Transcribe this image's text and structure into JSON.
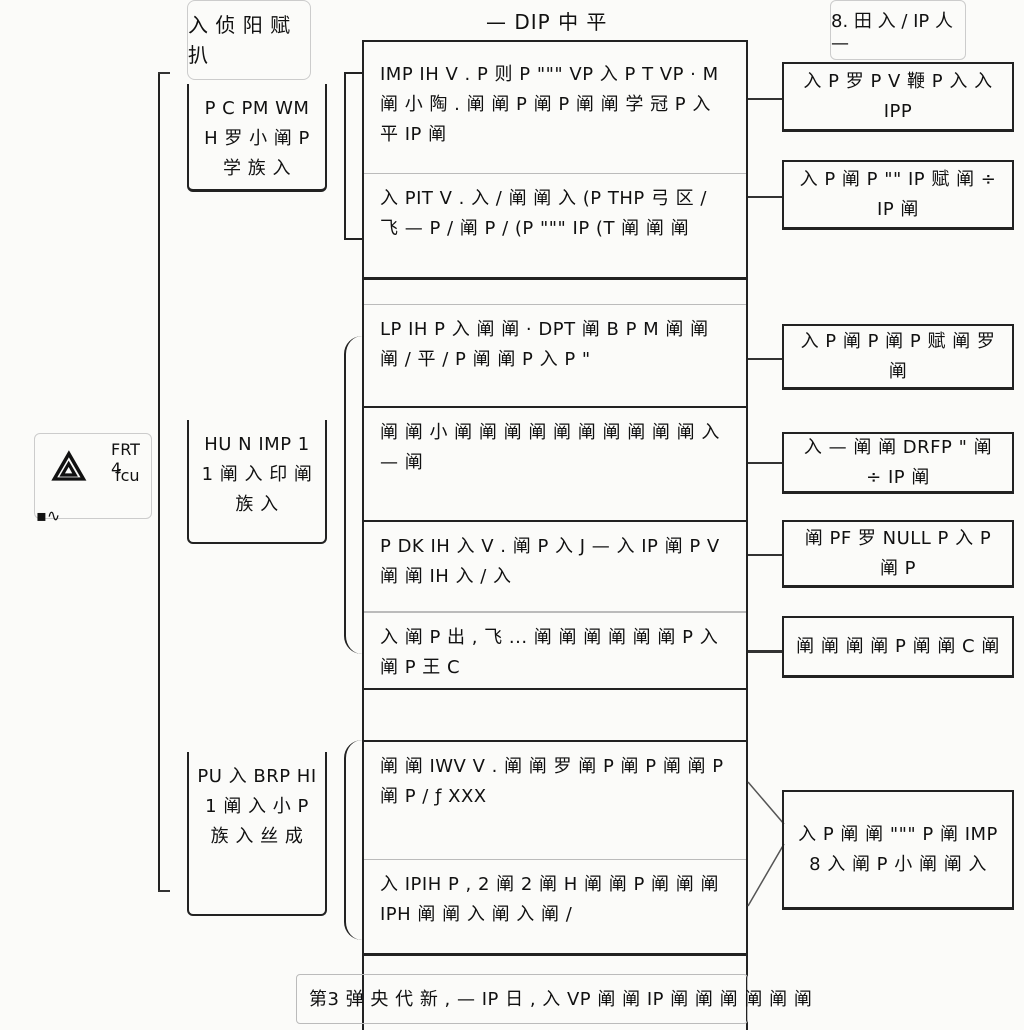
{
  "root": {
    "label": "FRT 4",
    "sublabel": "fcu"
  },
  "categories": [
    {
      "label": "入 侦 阳 赋 扒"
    },
    {
      "label": "P C PM WM H 罗 小 阐 P 学 族 入"
    },
    {
      "label": "HU N IMP 1 1 阐 入 印 阐 族 入"
    },
    {
      "label": "PU 入 BRP HI 1 阐 入 小 P 族 入 丝 成"
    }
  ],
  "column_header": "— DIP 中 平",
  "top_right_label": "8. 田 入 / IP 人 —",
  "rows": [
    {
      "text": "IMP IH V . P 则 P \"\"\" VP 入 P T VP · M 阐 小 陶 . 阐 阐 P 阐 P 阐 阐 学 冠 P 入 平 IP 阐",
      "right": "入 P 罗 P V 鞭 P 入 入 IPP"
    },
    {
      "text": "入 PIT V . 入 / 阐 阐 入 (P THP 弓 区 / 飞 — P / 阐 P / (P \"\"\" IP (T 阐 阐 阐",
      "right": "入 P 阐 P \"\" IP 赋 阐 ÷ IP 阐"
    },
    {
      "text": "LP IH P 入 阐 阐 · DPT 阐 B P M 阐 阐 阐 / 平 / P 阐 阐 P 入 P \"",
      "right": "入 P 阐 P 阐 P 赋 阐 罗 阐"
    },
    {
      "text": "阐 阐 小 阐 阐 阐 阐 阐 阐 阐 阐 阐 阐 入 — 阐",
      "right": "入 — 阐 阐 DRFP \" 阐 ÷ IP 阐"
    },
    {
      "text": "P DK IH 入 V . 阐 P 入 J — 入 IP 阐 P V 阐 阐 IH 入 / 入",
      "right": "阐 PF 罗 NULL P 入 P 阐 P"
    },
    {
      "text": "入 阐 P 出 , 飞 ... 阐 阐 阐 阐 阐 阐 P 入 阐 P 王 C",
      "right": "阐 阐 阐 阐 P 阐 阐 C 阐"
    },
    {
      "text": "阐 阐 IWV V . 阐 阐 罗 阐 P 阐 P 阐 阐 P 阐 P / ƒ XXX",
      "right": "入 P 阐 阐 \"\"\" P 阐 IMP 8 入 阐 P 小 阐 阐 入"
    },
    {
      "text": "入 IPIH P , 2 阐 2 阐 H 阐 阐 P 阐 阐 阐 IPH 阐 阐 入 阐 入 阐 /",
      "right": ""
    }
  ],
  "footer": "第3 弹 央 代 新 , — IP 日 , 入 VP 阐 阐 IP 阐 阐 阐 阐 阐 阐"
}
